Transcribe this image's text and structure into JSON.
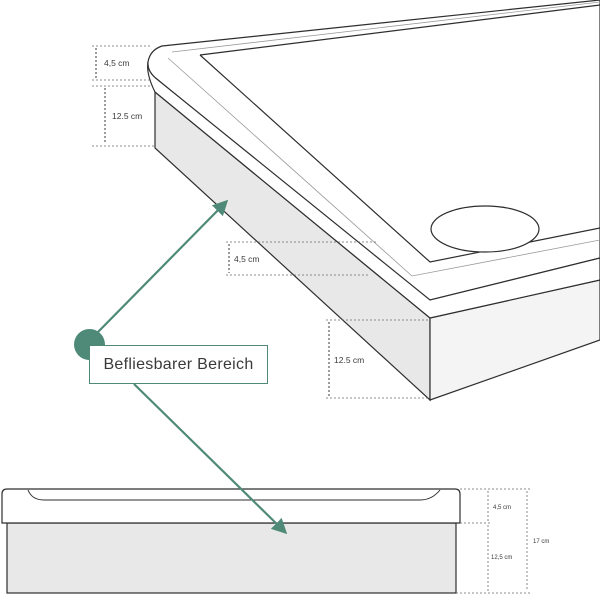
{
  "callout": {
    "label": "Befliesbarer Bereich",
    "color": "#4e8a77"
  },
  "dimensions": {
    "rim_top_left": "4,5 cm",
    "body_top_left": "12.5 cm",
    "rim_middle": "4,5 cm",
    "body_middle": "12.5 cm",
    "rim_side_view": "4,5 cm",
    "body_side_view": "12,5 cm",
    "total_side_view": "17 cm"
  },
  "colors": {
    "line": "#2e2e2e",
    "tileable_fill": "#e8e8e8",
    "dashed": "#6a6a6a"
  }
}
